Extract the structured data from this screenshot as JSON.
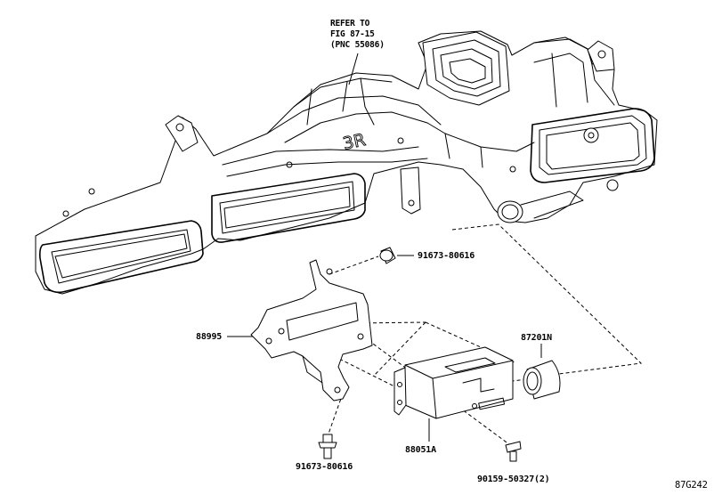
{
  "callouts": {
    "refer": [
      "REFER TO",
      "FIG 87-15",
      "(PNC 55086)"
    ],
    "bolt_top": "91673-80616",
    "bracket": "88995",
    "socket": "87201N",
    "module": "88051A",
    "bolt_bottom": "91673-80616",
    "screw": "90159-50327(2)"
  },
  "molded_text": "3R",
  "figure_id": "87G242"
}
